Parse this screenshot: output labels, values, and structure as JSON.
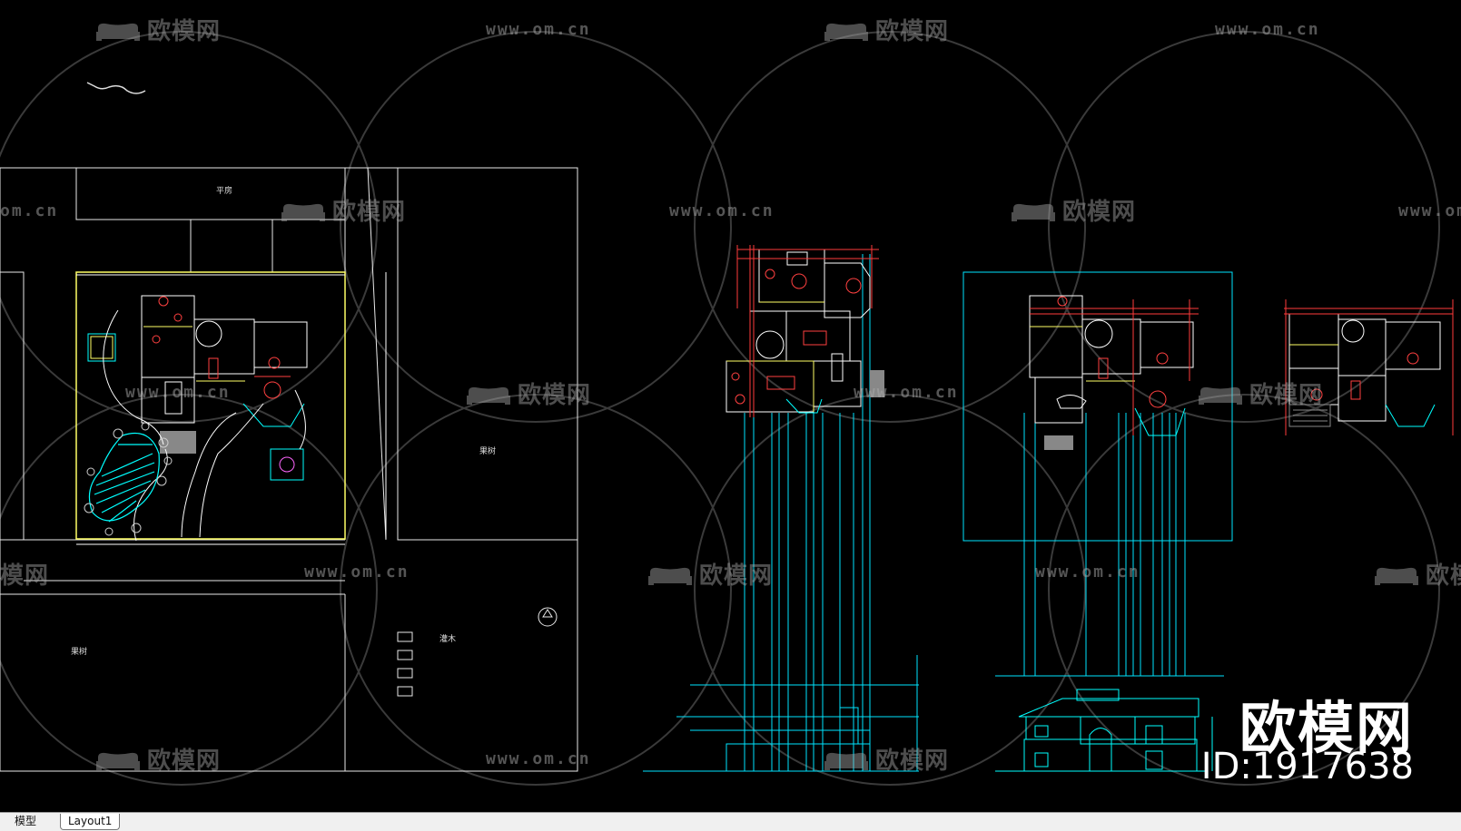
{
  "drawing": {
    "labels": {
      "top_building": "平房",
      "orchard_right": "果树",
      "orchard_left": "果树",
      "shrub": "灌木"
    }
  },
  "watermark": {
    "brand": "欧模网",
    "url": "www.om.cn",
    "url_partial": "om.cn",
    "brand_partial": "模网",
    "id_text": "ID:1917638"
  },
  "tabs": [
    {
      "label": "模型"
    },
    {
      "label": "Layout1"
    }
  ],
  "colors": {
    "background": "#000000",
    "frame": "#ffffff",
    "cyan": "#00ffff",
    "yellow": "#ffff00",
    "red": "#ff3b3b",
    "magenta": "#ff00ff",
    "watermark": "#aaaaaa"
  }
}
